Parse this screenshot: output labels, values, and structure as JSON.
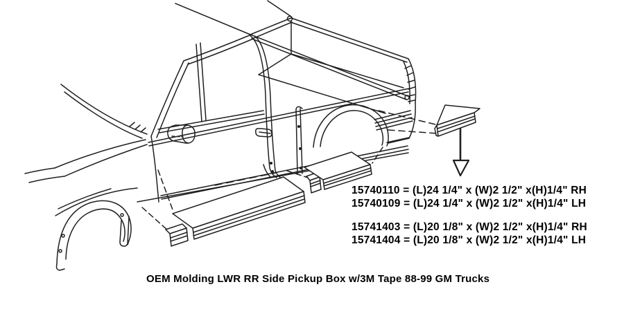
{
  "specs": {
    "group_a": [
      "15740110 = (L)24 1/4\" x (W)2 1/2\" x(H)1/4\" RH",
      "15740109 = (L)24 1/4\" x (W)2 1/2\" x(H)1/4\" LH"
    ],
    "group_b": [
      "15741403 = (L)20 1/8\" x (W)2 1/2\" x(H)1/4\" RH",
      "15741404 = (L)20 1/8\" x (W)2 1/2\" x(H)1/4\" LH"
    ]
  },
  "caption": "OEM Molding LWR RR Side Pickup Box w/3M Tape 88-99 GM Trucks",
  "icons": {
    "pointer": "down-arrow"
  },
  "colors": {
    "line": "#1f1f1f",
    "background": "#ffffff",
    "text": "#000000"
  }
}
